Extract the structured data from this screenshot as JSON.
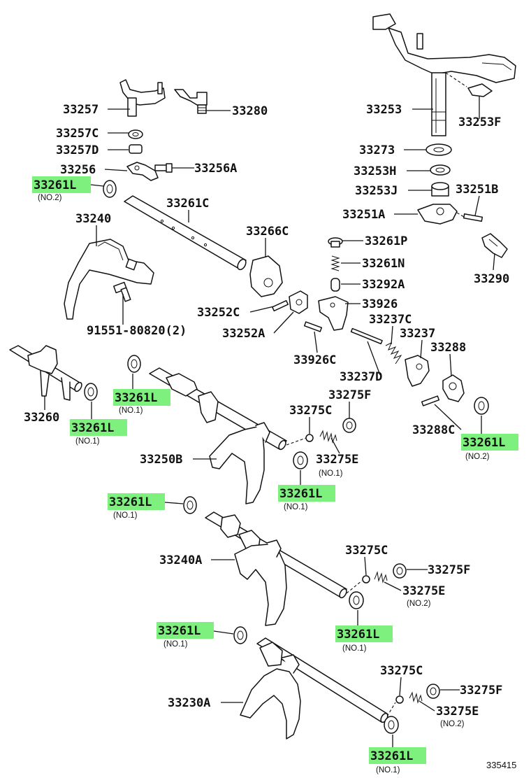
{
  "labels": {
    "p33257": "33257",
    "p33280": "33280",
    "p33257C": "33257C",
    "p33257D": "33257D",
    "p33256": "33256",
    "p33256A": "33256A",
    "p33261L_a": "33261L",
    "p33261L_a_note": "(NO.2)",
    "p33261C": "33261C",
    "p33240": "33240",
    "p33266C": "33266C",
    "p91551": "91551-80820(2)",
    "p33252C": "33252C",
    "p33252A": "33252A",
    "p33253": "33253",
    "p33253F": "33253F",
    "p33273": "33273",
    "p33253H": "33253H",
    "p33253J": "33253J",
    "p33251B": "33251B",
    "p33251A": "33251A",
    "p33290": "33290",
    "p33261P": "33261P",
    "p33261N": "33261N",
    "p33292A": "33292A",
    "p33926": "33926",
    "p33237C": "33237C",
    "p33237": "33237",
    "p33288": "33288",
    "p33926C": "33926C",
    "p33237D": "33237D",
    "p33288C": "33288C",
    "p33261L_h": "33261L",
    "p33261L_h_note": "(NO.2)",
    "p33260": "33260",
    "p33261L_b": "33261L",
    "p33261L_b_note": "(NO.1)",
    "p33261L_c": "33261L",
    "p33261L_c_note": "(NO.1)",
    "p33275F_1": "33275F",
    "p33275C_1": "33275C",
    "p33250B": "33250B",
    "p33275E_1": "33275E",
    "p33275E_1_note": "(NO.1)",
    "p33261L_d": "33261L",
    "p33261L_d_note": "(NO.1)",
    "p33261L_e": "33261L",
    "p33261L_e_note": "(NO.1)",
    "p33240A": "33240A",
    "p33275C_2": "33275C",
    "p33275F_2": "33275F",
    "p33275E_2": "33275E",
    "p33275E_2_note": "(NO.2)",
    "p33261L_f": "33261L",
    "p33261L_f_note": "(NO.1)",
    "p33261L_g": "33261L",
    "p33261L_g_note": "(NO.1)",
    "p33230A": "33230A",
    "p33275C_3": "33275C",
    "p33275F_3": "33275F",
    "p33275E_3": "33275E",
    "p33275E_3_note": "(NO.2)",
    "p33261L_i": "33261L",
    "p33261L_i_note": "(NO.1)",
    "catalog_id": "335415"
  },
  "colors": {
    "highlight": "#7ef07e",
    "line": "#111111",
    "background": "#ffffff"
  }
}
